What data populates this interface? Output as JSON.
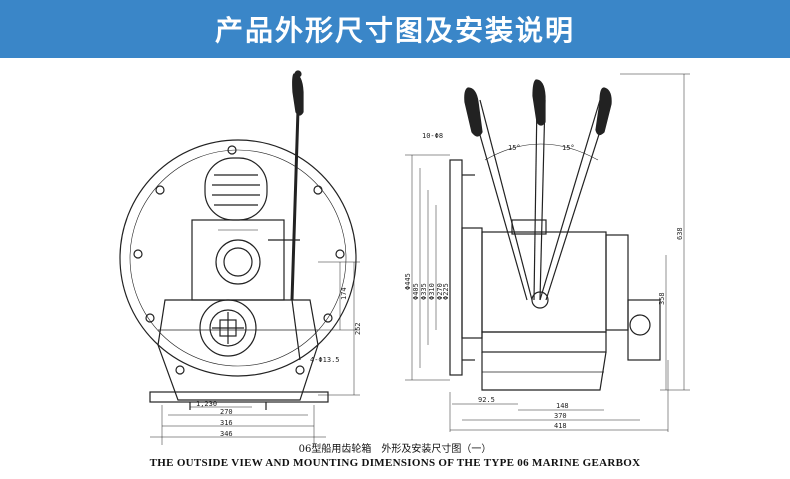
{
  "header": {
    "title": "产品外形尺寸图及安装说明",
    "background": "#3a86c8"
  },
  "drawing": {
    "front_view": {
      "dims_horizontal": [
        "1,230",
        "270",
        "316",
        "346"
      ],
      "dims_vertical": [
        "174",
        "252"
      ],
      "note": "4-Φ13.5"
    },
    "side_view": {
      "dims_horizontal": [
        "92.5",
        "148",
        "370",
        "418"
      ],
      "dims_vertical": [
        "Φ445",
        "Φ405",
        "Φ335",
        "Φ310",
        "Φ270",
        "Φ225"
      ],
      "dims_right": [
        "638",
        "358"
      ],
      "angles": [
        "15°",
        "15°"
      ],
      "note": "10-Φ8"
    },
    "caption_cn": "06型船用齿轮箱　外形及安装尺寸图（一）",
    "caption_en": "THE OUTSIDE VIEW AND MOUNTING DIMENSIONS OF THE TYPE 06 MARINE GEARBOX"
  }
}
